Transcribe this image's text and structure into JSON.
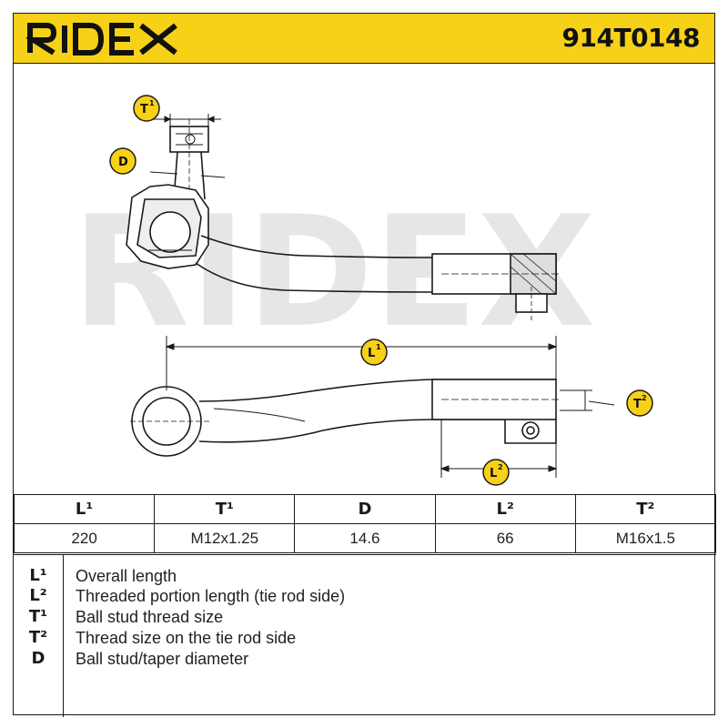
{
  "header": {
    "brand": "RIDEX",
    "part_number": "914T0148",
    "accent_color": "#f7d117"
  },
  "drawing": {
    "watermark": "RIDEX",
    "callouts": {
      "t1": {
        "letter": "T",
        "sup": "1"
      },
      "d": {
        "letter": "D",
        "sup": ""
      },
      "l1": {
        "letter": "L",
        "sup": "1"
      },
      "t2": {
        "letter": "T",
        "sup": "2"
      },
      "l2": {
        "letter": "L",
        "sup": "2"
      }
    }
  },
  "table": {
    "headers": [
      "L¹",
      "T¹",
      "D",
      "L²",
      "T²"
    ],
    "values": [
      "220",
      "M12x1.25",
      "14.6",
      "66",
      "M16x1.5"
    ]
  },
  "legend": [
    {
      "symbol": "L¹",
      "desc": "Overall length"
    },
    {
      "symbol": "L²",
      "desc": "Threaded portion length (tie rod side)"
    },
    {
      "symbol": "T¹",
      "desc": "Ball stud thread size"
    },
    {
      "symbol": "T²",
      "desc": "Thread size on the tie rod side"
    },
    {
      "symbol": "D",
      "desc": "Ball stud/taper diameter"
    }
  ]
}
